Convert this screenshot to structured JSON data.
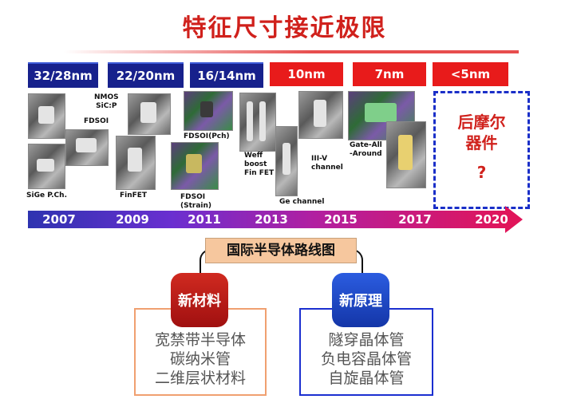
{
  "title": "特征尺寸接近极限",
  "nodes": [
    "32/28nm",
    "22/20nm",
    "16/14nm",
    "10nm",
    "7nm",
    "<5nm"
  ],
  "captions": {
    "sige": "SiGe P.Ch.",
    "fdsoi_1": "FDSOI",
    "nmos": "NMOS\nSiC:P",
    "finfet": "FinFET",
    "fdsoi_pch": "FDSOI(Pch)",
    "fdsoi_strain": "FDSOI\n(Strain)",
    "weff": "Weff\nboost\nFin FET",
    "ge_channel": "Ge channel",
    "iiiv": "III-V\nchannel",
    "gaa": "Gate-All\n-Around"
  },
  "future": {
    "text": "后摩尔\n器件",
    "mark": "?"
  },
  "years": [
    "2007",
    "2009",
    "2011",
    "2013",
    "2015",
    "2017",
    "2020"
  ],
  "roadmap_label": "国际半导体路线图",
  "materials": {
    "title": "新材料",
    "items": [
      "宽禁带半导体",
      "碳纳米管",
      "二维层状材料"
    ]
  },
  "principles": {
    "title": "新原理",
    "items": [
      "隧穿晶体管",
      "负电容晶体管",
      "自旋晶体管"
    ]
  },
  "colors": {
    "title_red": "#d0211c",
    "node_blue": "#17218c",
    "node_red": "#e81b1b",
    "dashed_blue": "#1a2fc8"
  }
}
